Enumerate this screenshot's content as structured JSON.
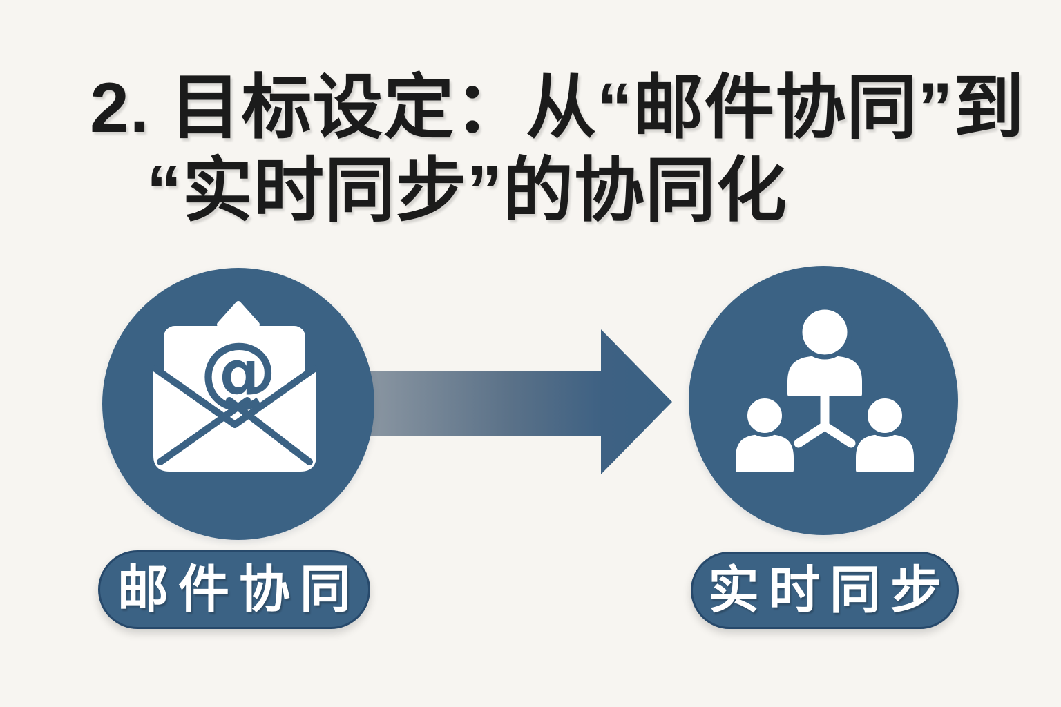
{
  "title": {
    "line1": "2. 目标设定：从“邮件协同”到",
    "line2": "“实时同步”的协同化"
  },
  "diagram": {
    "from": {
      "label": "邮件协同",
      "icon": "email-envelope-at-icon"
    },
    "arrow": {
      "icon": "arrow-right-icon",
      "direction": "left-to-right"
    },
    "to": {
      "label": "实时同步",
      "icon": "team-network-icon"
    }
  },
  "colors": {
    "background": "#F7F5F1",
    "accent_blue": "#3B6284",
    "title_text": "#1B1B1B",
    "label_text": "#FFFFFF",
    "arrow_gradient_start": "#919BA5",
    "arrow_gradient_end": "#3A6183"
  }
}
